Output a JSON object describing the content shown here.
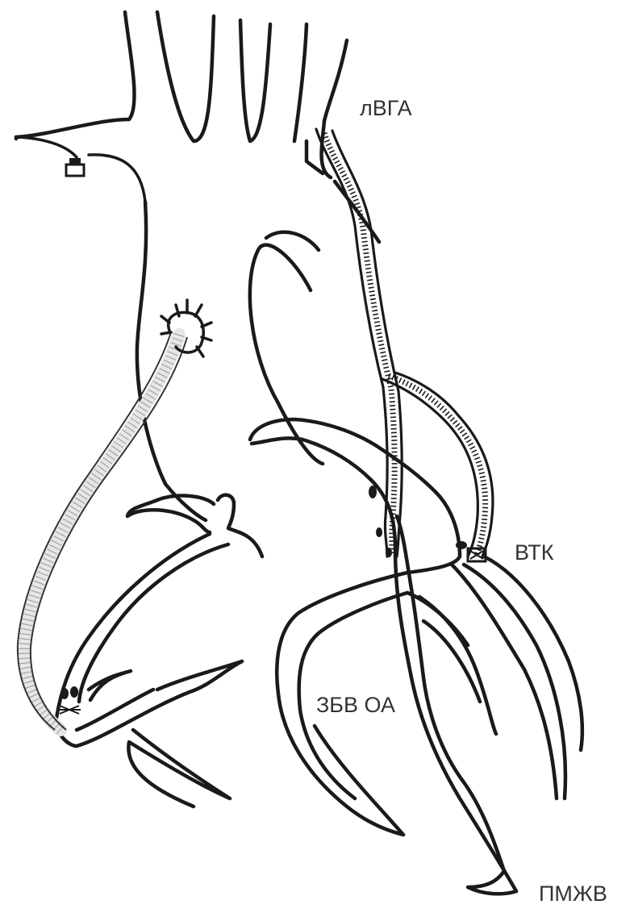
{
  "labels": {
    "lvga": "лВГА",
    "vtk": "ВТК",
    "zbv_oa": "ЗБВ ОА",
    "pmzhv": "ПМЖВ"
  }
}
